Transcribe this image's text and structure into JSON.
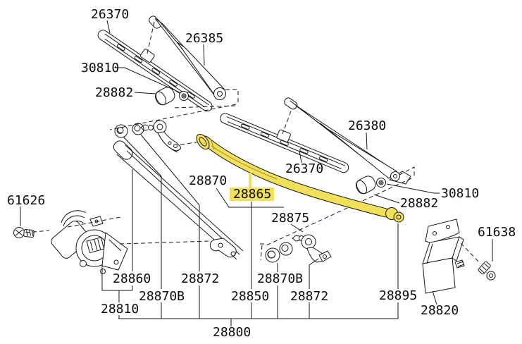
{
  "diagram": {
    "type": "wiper-linkage-parts-diagram",
    "background": "#ffffff",
    "line_color": "#161616",
    "highlight_color": "#f2e05a",
    "highlighted_part": "28865",
    "labels": [
      {
        "part": "26370",
        "text": "26370",
        "position": "top-left-blade"
      },
      {
        "part": "26385",
        "text": "26385",
        "position": "top-left-arm"
      },
      {
        "part": "30810",
        "text": "30810",
        "position": "left-pivot-nut"
      },
      {
        "part": "28882",
        "text": "28882",
        "position": "left-pivot-cap"
      },
      {
        "part": "26380",
        "text": "26380",
        "position": "right-arm"
      },
      {
        "part": "26370",
        "text": "26370",
        "position": "middle-blade"
      },
      {
        "part": "30810",
        "text": "30810",
        "position": "right-pivot-nut"
      },
      {
        "part": "28882",
        "text": "28882",
        "position": "right-pivot-cap"
      },
      {
        "part": "28870",
        "text": "28870",
        "position": "left-pivot-assembly"
      },
      {
        "part": "28865",
        "text": "28865",
        "position": "connecting-rod",
        "highlighted": true
      },
      {
        "part": "28875",
        "text": "28875",
        "position": "right-pivot-shaft"
      },
      {
        "part": "61626",
        "text": "61626",
        "position": "motor-bolt"
      },
      {
        "part": "28860",
        "text": "28860",
        "position": "row1"
      },
      {
        "part": "28872",
        "text": "28872",
        "position": "row1-left"
      },
      {
        "part": "28870B",
        "text": "28870B",
        "position": "row1-right"
      },
      {
        "part": "28870B",
        "text": "28870B",
        "position": "row2-left"
      },
      {
        "part": "28850",
        "text": "28850",
        "position": "row2-middle"
      },
      {
        "part": "28872",
        "text": "28872",
        "position": "row2-right"
      },
      {
        "part": "28810",
        "text": "28810",
        "position": "motor"
      },
      {
        "part": "28895",
        "text": "28895",
        "position": "rod-end-joint"
      },
      {
        "part": "61638",
        "text": "61638",
        "position": "amplifier-screw"
      },
      {
        "part": "28820",
        "text": "28820",
        "position": "wiper-amplifier"
      },
      {
        "part": "28800",
        "text": "28800",
        "position": "whole-assembly"
      }
    ]
  }
}
